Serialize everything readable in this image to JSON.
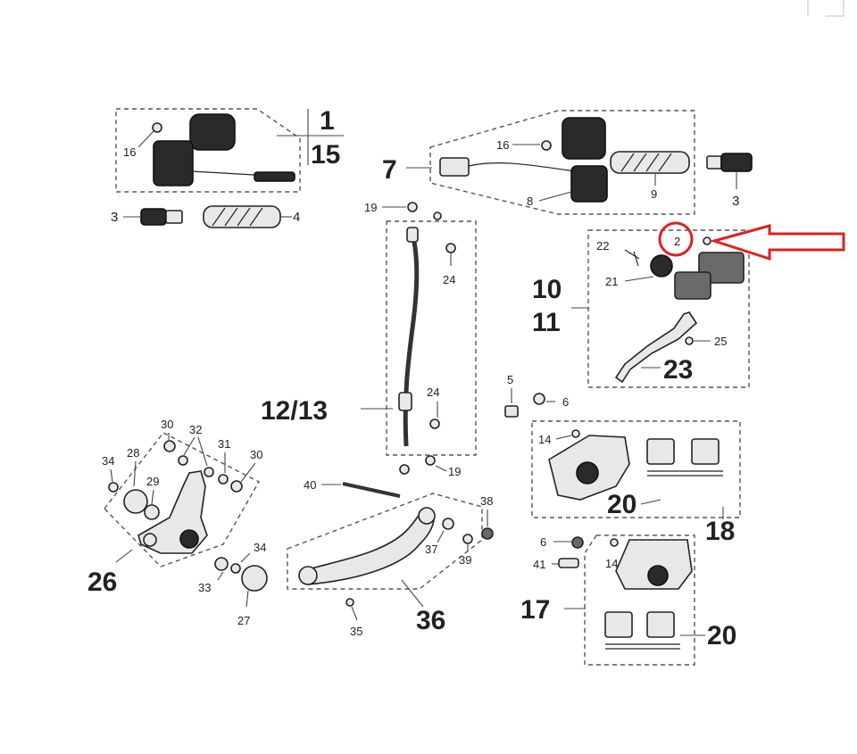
{
  "highlight": {
    "color_circle": "#e02020",
    "color_arrow": "#e02020",
    "target_label": "2"
  },
  "labels": {
    "l1": "1",
    "l15": "15",
    "l16a": "16",
    "l3a": "3",
    "l4": "4",
    "l7": "7",
    "l16b": "16",
    "l8": "8",
    "l9": "9",
    "l3b": "3",
    "l19a": "19",
    "l24a": "24",
    "l1213": "12/13",
    "l24b": "24",
    "l19b": "19",
    "l22": "22",
    "l2": "2",
    "l21": "21",
    "l10": "10",
    "l11": "11",
    "l25": "25",
    "l23": "23",
    "l5": "5",
    "l6a": "6",
    "l14a": "14",
    "l20a": "20",
    "l18": "18",
    "l6b": "6",
    "l41": "41",
    "l14b": "14",
    "l17": "17",
    "l20b": "20",
    "l40": "40",
    "l38": "38",
    "l37": "37",
    "l39": "39",
    "l36": "36",
    "l35": "35",
    "l34a": "34",
    "l28": "28",
    "l29": "29",
    "l30a": "30",
    "l32": "32",
    "l31": "31",
    "l30b": "30",
    "l26": "26",
    "l34b": "34",
    "l33": "33",
    "l27": "27"
  }
}
